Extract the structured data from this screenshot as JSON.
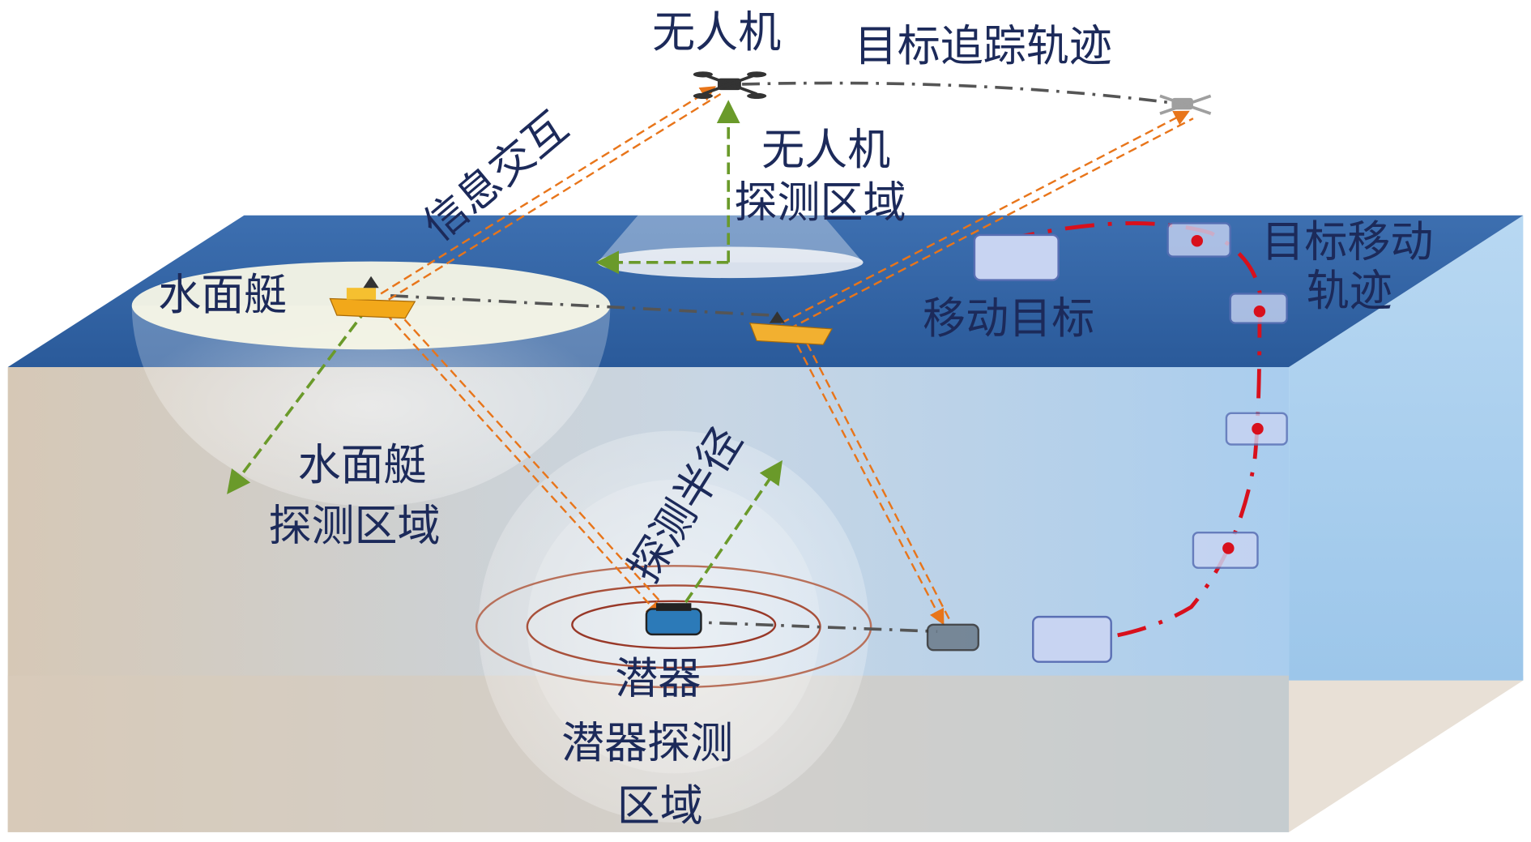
{
  "labels": {
    "uav": "无人机",
    "target_tracking_trajectory": "目标追踪轨迹",
    "info_exchange": "信息交互",
    "uav_detection_area_line1": "无人机",
    "uav_detection_area_line2": "探测区域",
    "usv": "水面艇",
    "moving_target": "移动目标",
    "target_trajectory_line1": "目标移动",
    "target_trajectory_line2": "轨迹",
    "usv_detection_area_line1": "水面艇",
    "usv_detection_area_line2": "探测区域",
    "detection_radius": "探测半径",
    "auv": "潜器",
    "auv_detection_area_line1": "潜器探测",
    "auv_detection_area_line2": "区域"
  },
  "colors": {
    "info_link": "#e8751a",
    "detection_arrow": "#6a9a2a",
    "trajectory_path": "#d8101c",
    "tracking_line": "#555555",
    "text": "#1c2a5a"
  },
  "icons": [
    "drone-icon",
    "usv-boat-icon",
    "auv-icon",
    "target-vehicle-icon"
  ]
}
